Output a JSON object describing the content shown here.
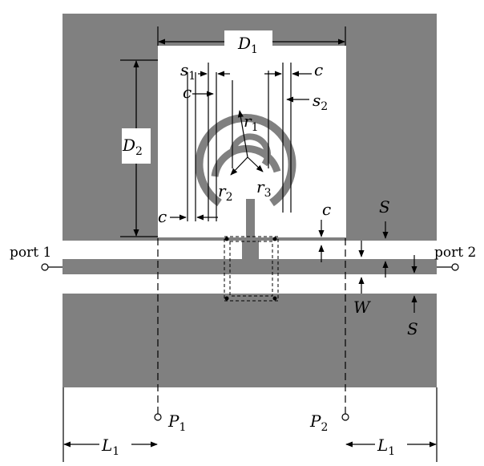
{
  "colors": {
    "metal": "#808080",
    "background": "#ffffff",
    "ink": "#000000"
  },
  "labels": {
    "D1": {
      "main": "D",
      "sub": "1"
    },
    "D2": {
      "main": "D",
      "sub": "2"
    },
    "s1": {
      "main": "s",
      "sub": "1"
    },
    "s2": {
      "main": "s",
      "sub": "2"
    },
    "c_top_right": "c",
    "c_left": "c",
    "c_bottom": "c",
    "c_gap": "c",
    "r1": {
      "main": "r",
      "sub": "1"
    },
    "r2": {
      "main": "r",
      "sub": "2"
    },
    "r3": {
      "main": "r",
      "sub": "3"
    },
    "S_top": "S",
    "S_bottom": "S",
    "W": "W",
    "port1": "port 1",
    "port2": "port 2",
    "P1": {
      "main": "P",
      "sub": "1"
    },
    "P2": {
      "main": "P",
      "sub": "2"
    },
    "L1_left": {
      "main": "L",
      "sub": "1"
    },
    "L1_right": {
      "main": "L",
      "sub": "1"
    }
  }
}
